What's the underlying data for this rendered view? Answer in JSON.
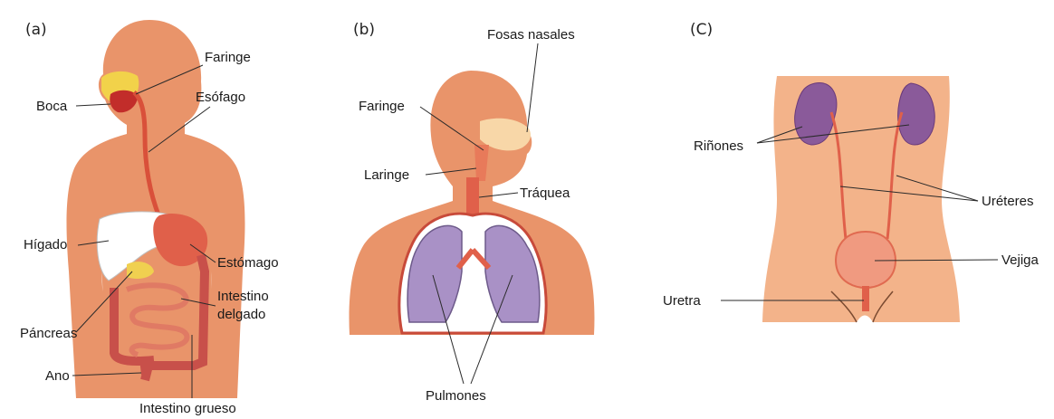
{
  "panels": {
    "a": {
      "letter": "(a)",
      "labels": {
        "faringe": "Faringe",
        "boca": "Boca",
        "esofago": "Esófago",
        "higado": "Hígado",
        "estomago": "Estómago",
        "intestino_delgado_1": "Intestino",
        "intestino_delgado_2": "delgado",
        "pancreas": "Páncreas",
        "ano": "Ano",
        "intestino_grueso": "Intestino grueso"
      }
    },
    "b": {
      "letter": "(b)",
      "labels": {
        "fosas_nasales": "Fosas nasales",
        "faringe": "Faringe",
        "laringe": "Laringe",
        "traquea": "Tráquea",
        "pulmones": "Pulmones"
      }
    },
    "c": {
      "letter": "(C)",
      "labels": {
        "rinones": "Riñones",
        "ureteres": "Uréteres",
        "vejiga": "Vejiga",
        "uretra": "Uretra"
      }
    }
  },
  "colors": {
    "skin": "#e9946a",
    "skin_light": "#f3b38a",
    "organ_red": "#e0604a",
    "liver": "#ffffff",
    "pancreas": "#f0d050",
    "lung": "#a991c6",
    "kidney": "#8a5a9a"
  }
}
